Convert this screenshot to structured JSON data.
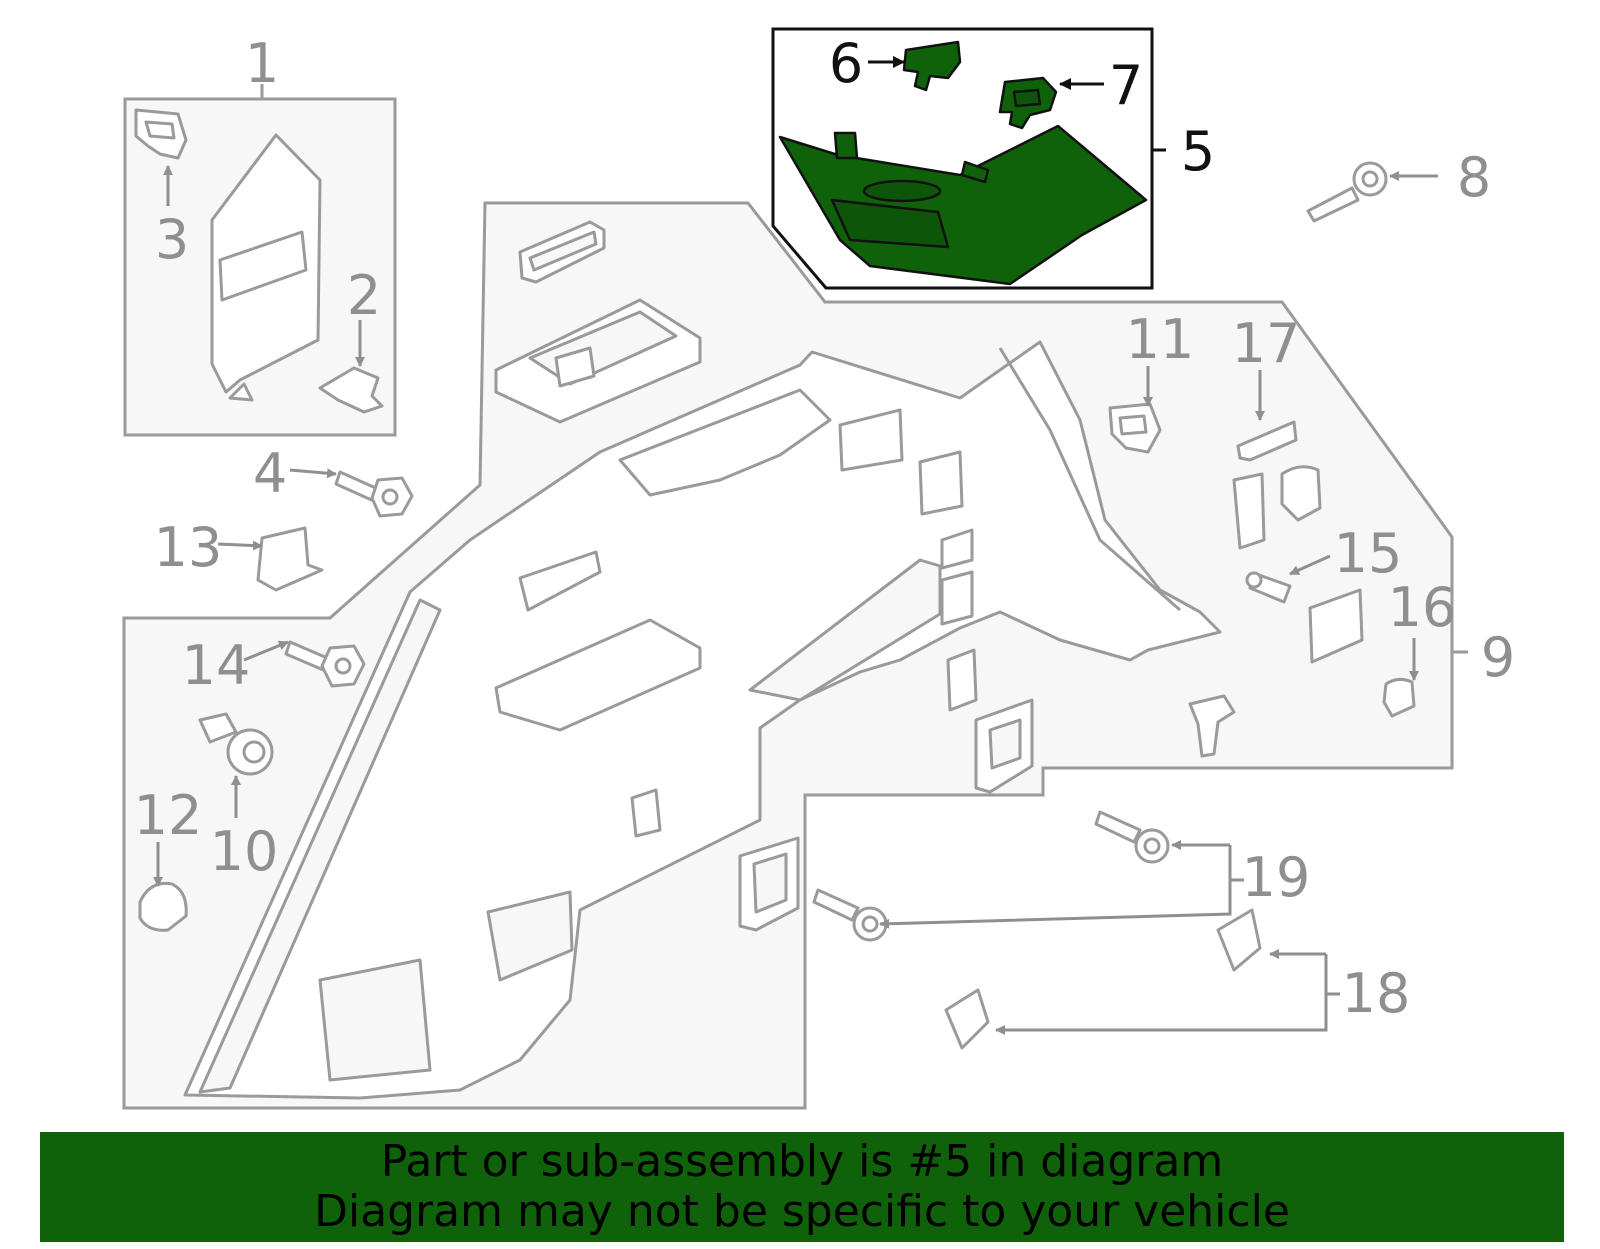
{
  "callouts": {
    "c1": "1",
    "c2": "2",
    "c3": "3",
    "c4": "4",
    "c5": "5",
    "c6": "6",
    "c7": "7",
    "c8": "8",
    "c9": "9",
    "c10": "10",
    "c11": "11",
    "c12": "12",
    "c13": "13",
    "c14": "14",
    "c15": "15",
    "c16": "16",
    "c17": "17",
    "c18": "18",
    "c19": "19"
  },
  "highlighted_part": "5",
  "banner": {
    "line1": "Part or sub-assembly is #5 in diagram",
    "line2": "Diagram may not be specific to your vehicle"
  },
  "colors": {
    "highlight": "#10620a",
    "line": "#9a9a9a",
    "panel_fill": "#f7f7f7",
    "label_gray": "#8f8f8f",
    "label_black": "#111111"
  }
}
